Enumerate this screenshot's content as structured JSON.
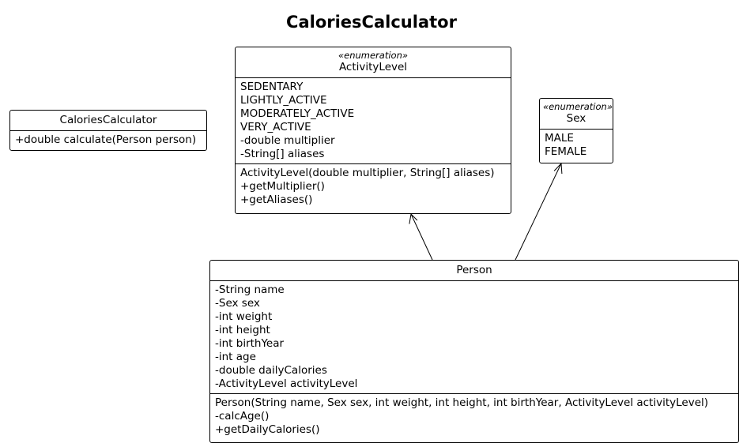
{
  "diagram": {
    "title": "CaloriesCalculator",
    "classes": {
      "calories_calculator": {
        "name": "CaloriesCalculator",
        "methods": [
          "+double calculate(Person person)"
        ]
      },
      "activity_level": {
        "stereotype": "«enumeration»",
        "name": "ActivityLevel",
        "attributes": [
          "SEDENTARY",
          "LIGHTLY_ACTIVE",
          "MODERATELY_ACTIVE",
          "VERY_ACTIVE",
          "-double multiplier",
          "-String[] aliases"
        ],
        "methods": [
          "ActivityLevel(double multiplier, String[] aliases)",
          "+getMultiplier()",
          "+getAliases()"
        ]
      },
      "sex": {
        "stereotype": "«enumeration»",
        "name": "Sex",
        "attributes": [
          "MALE",
          "FEMALE"
        ]
      },
      "person": {
        "name": "Person",
        "attributes": [
          "-String name",
          "-Sex sex",
          "-int weight",
          "-int height",
          "-int birthYear",
          "-int age",
          "-double dailyCalories",
          "-ActivityLevel activityLevel"
        ],
        "methods": [
          "Person(String name, Sex sex, int weight, int height, int birthYear, ActivityLevel activityLevel)",
          "-calcAge()",
          "+getDailyCalories()"
        ]
      }
    },
    "relations": [
      {
        "from": "Person",
        "to": "ActivityLevel",
        "kind": "association-arrow"
      },
      {
        "from": "Person",
        "to": "Sex",
        "kind": "association-arrow"
      }
    ]
  }
}
